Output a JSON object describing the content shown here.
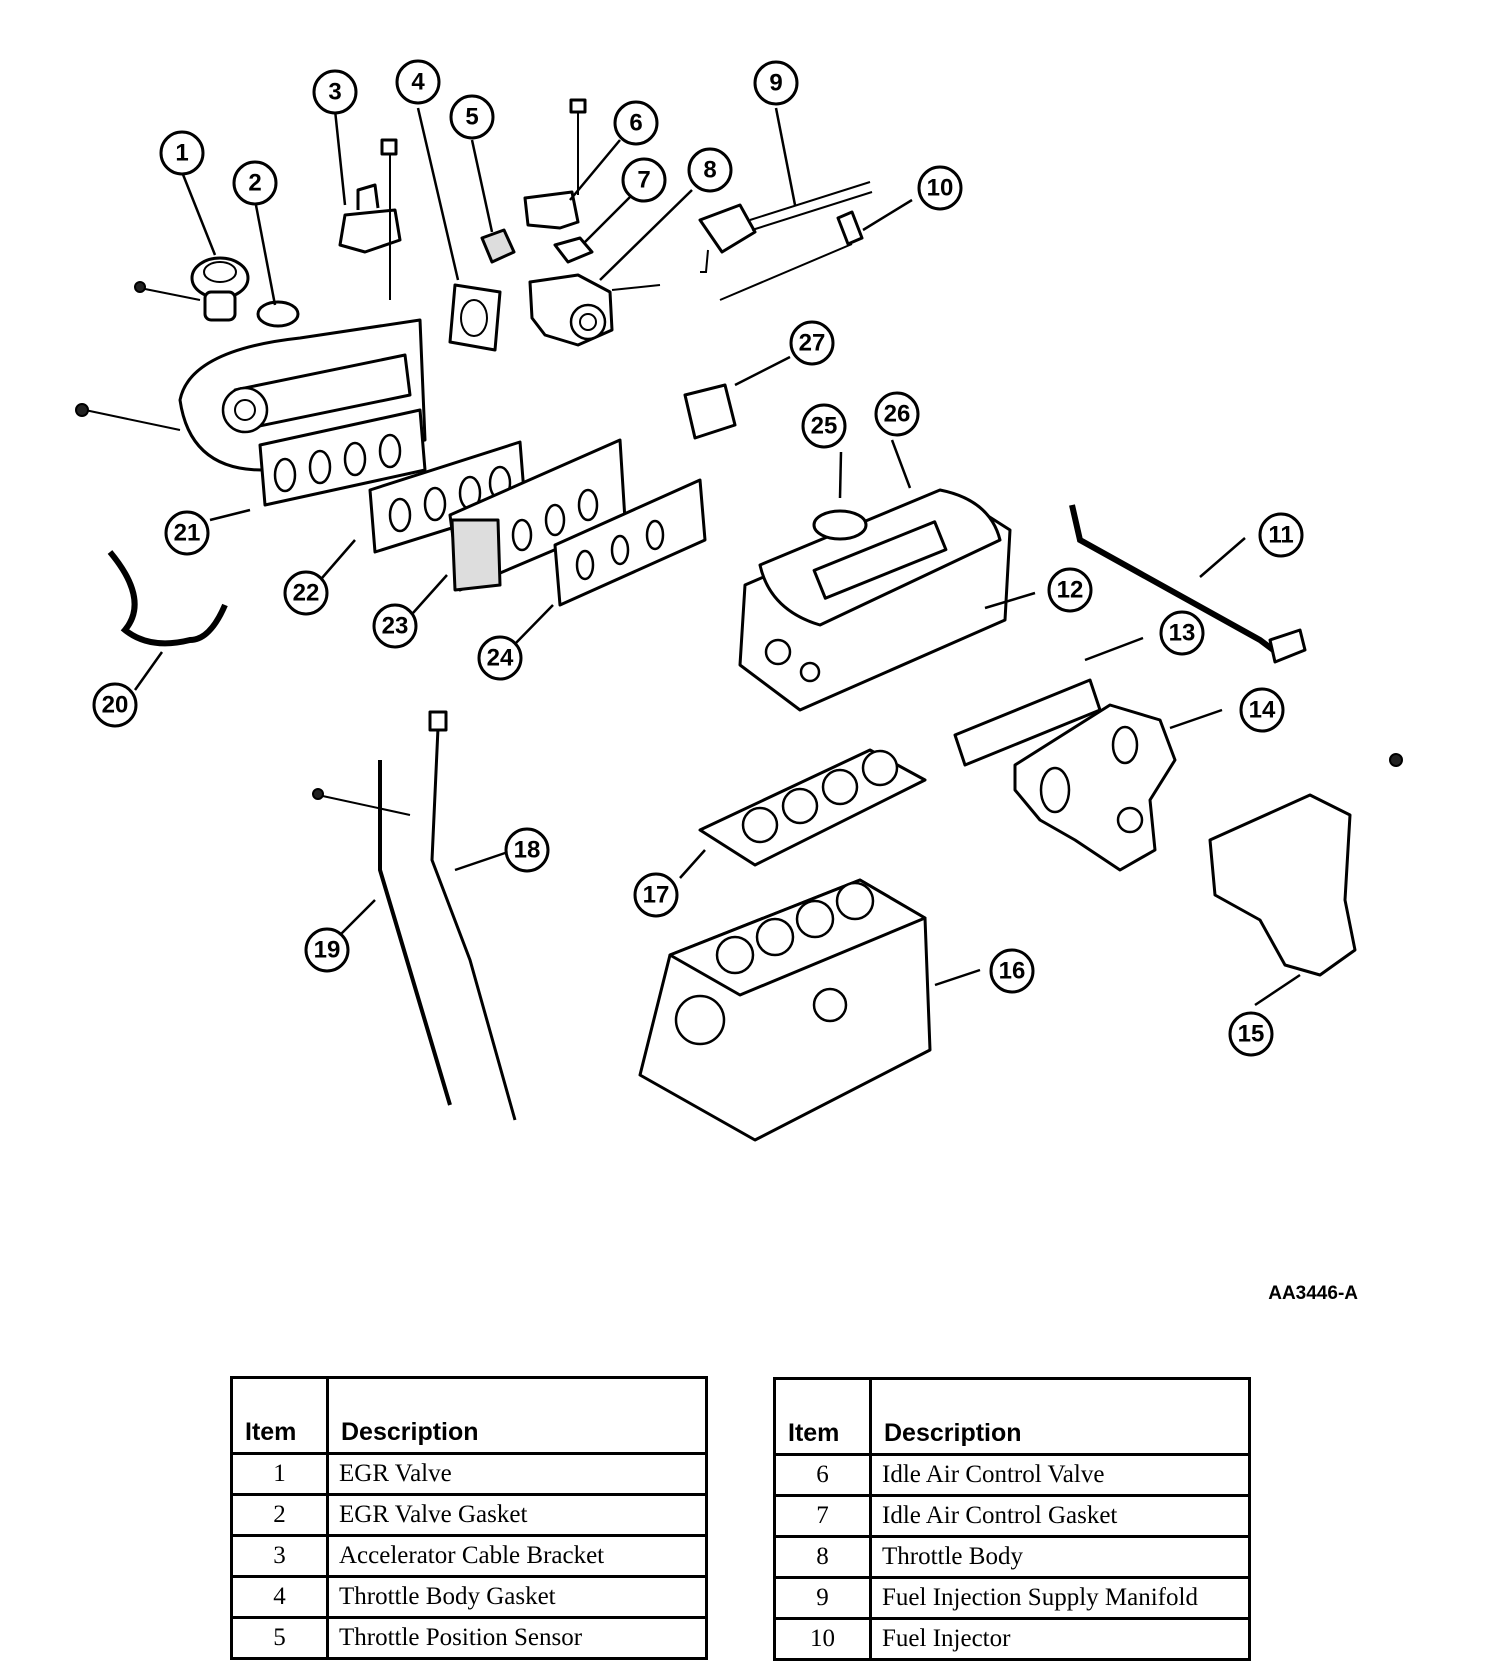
{
  "figure_code": "AA3446-A",
  "callouts": [
    "1",
    "2",
    "3",
    "4",
    "5",
    "6",
    "7",
    "8",
    "9",
    "10",
    "11",
    "12",
    "13",
    "14",
    "15",
    "16",
    "17",
    "18",
    "19",
    "20",
    "21",
    "22",
    "23",
    "24",
    "25",
    "26",
    "27"
  ],
  "legend_left": {
    "header_item": "Item",
    "header_description": "Description",
    "rows": [
      {
        "item": "1",
        "description": "EGR Valve"
      },
      {
        "item": "2",
        "description": "EGR Valve Gasket"
      },
      {
        "item": "3",
        "description": "Accelerator Cable Bracket"
      },
      {
        "item": "4",
        "description": "Throttle Body Gasket"
      },
      {
        "item": "5",
        "description": "Throttle Position Sensor"
      }
    ]
  },
  "legend_right": {
    "header_item": "Item",
    "header_description": "Description",
    "rows": [
      {
        "item": "6",
        "description": "Idle Air Control Valve"
      },
      {
        "item": "7",
        "description": "Idle Air Control Gasket"
      },
      {
        "item": "8",
        "description": "Throttle Body"
      },
      {
        "item": "9",
        "description": "Fuel Injection Supply Manifold"
      },
      {
        "item": "10",
        "description": "Fuel Injector"
      }
    ]
  }
}
